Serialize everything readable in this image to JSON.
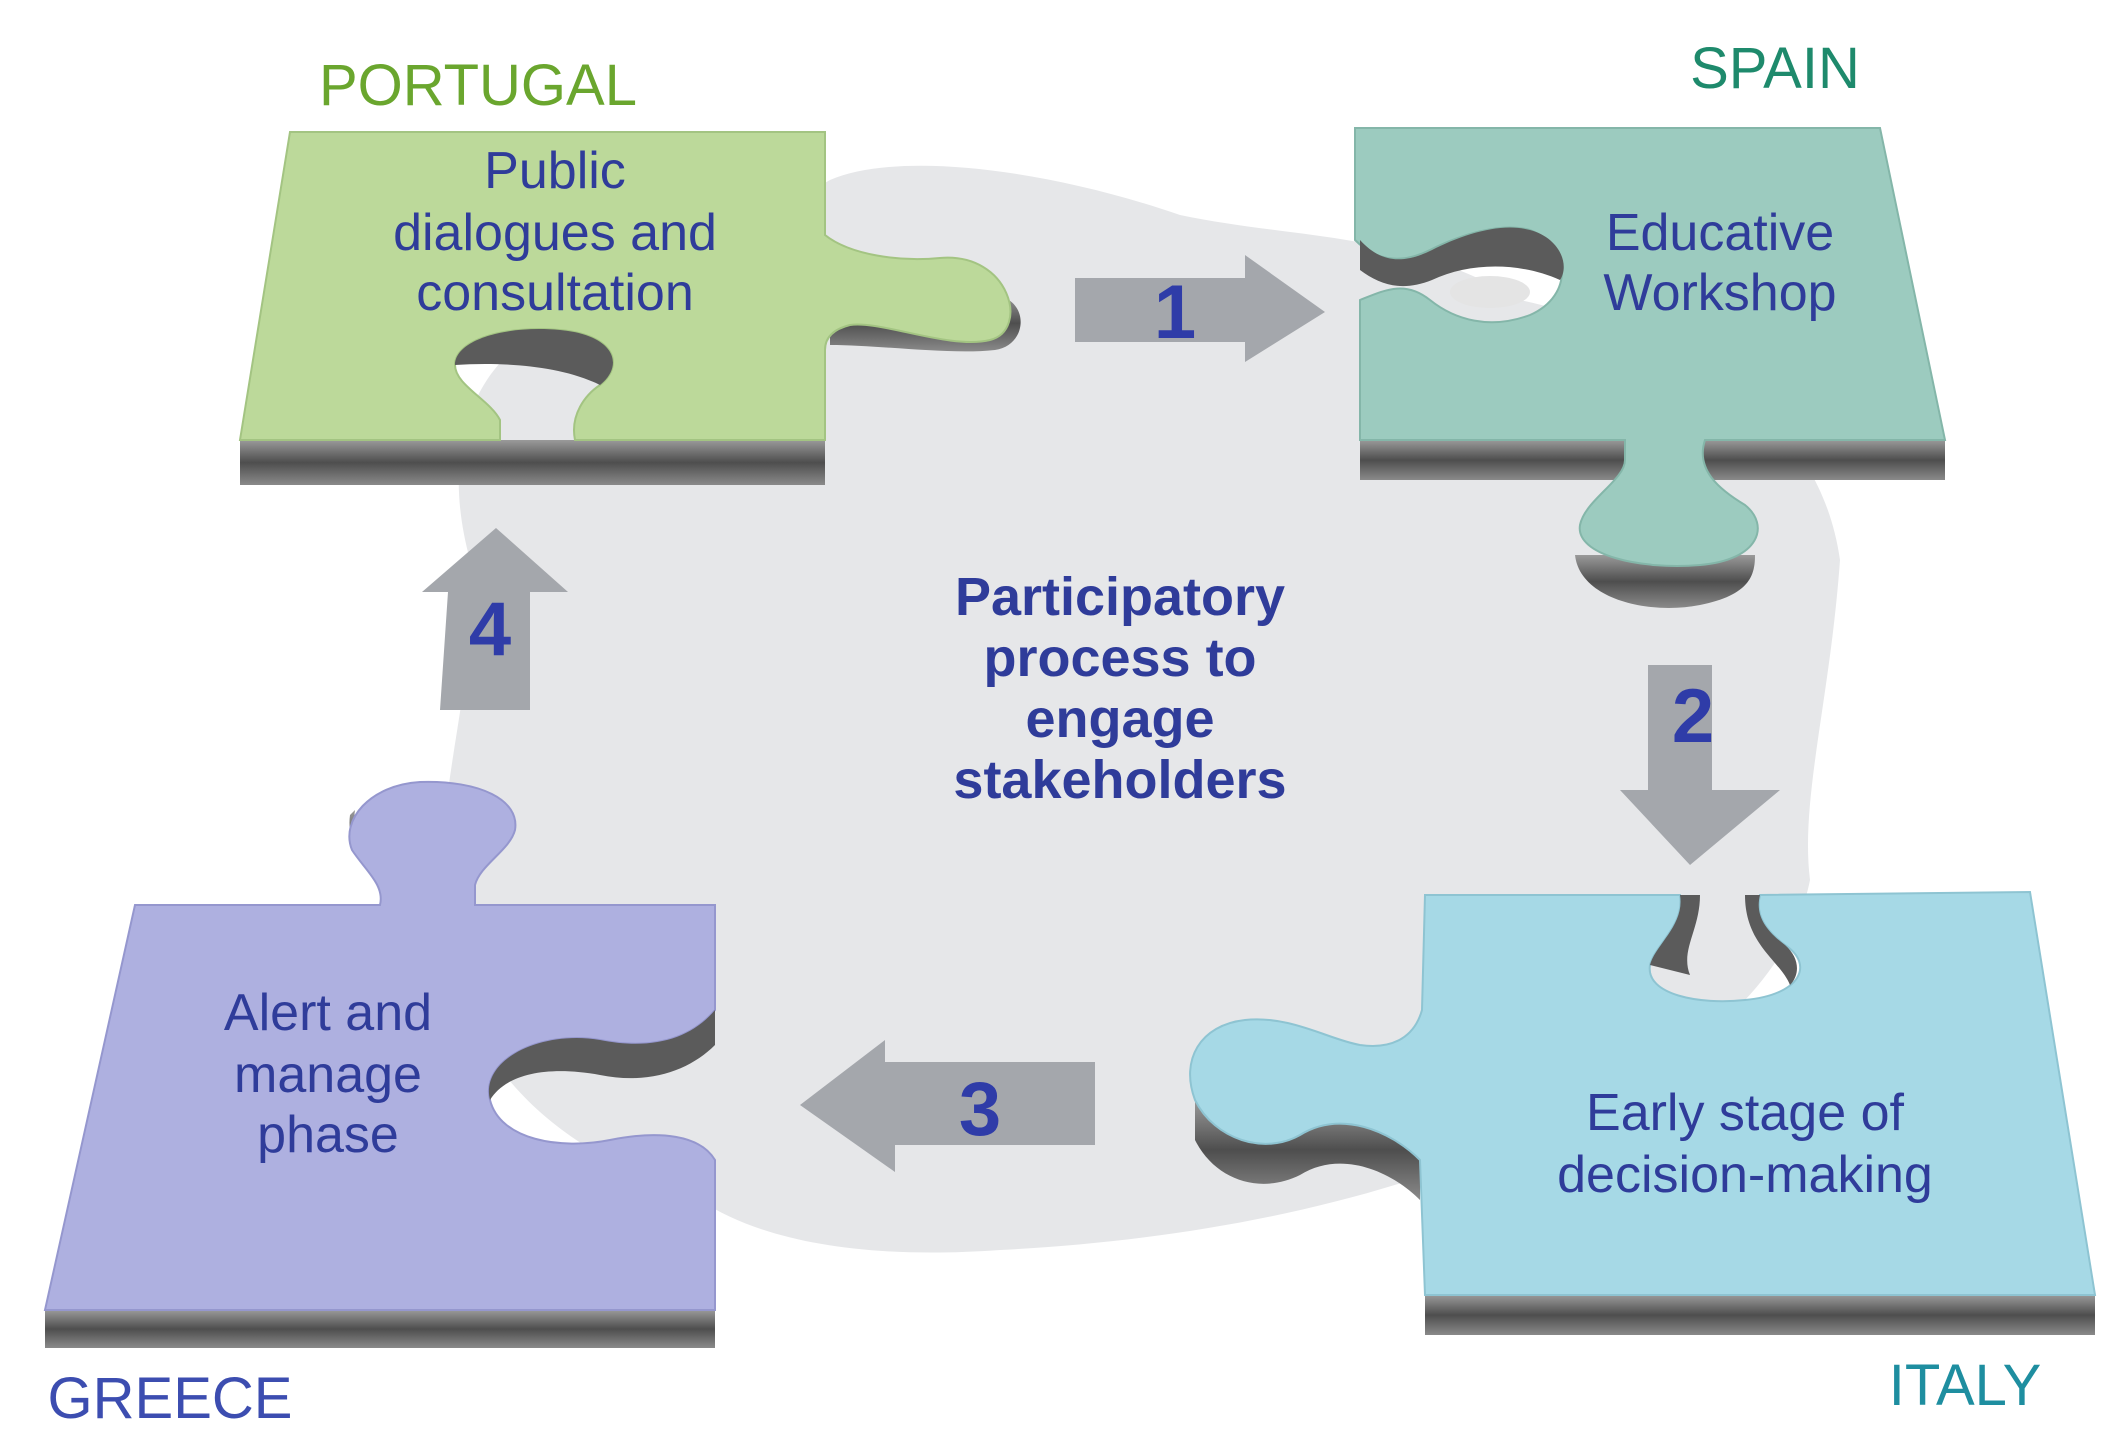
{
  "title": "Participatory process to engage stakeholders",
  "center_lines": [
    "Participatory",
    "process to",
    "engage",
    "stakeholders"
  ],
  "pieces": [
    {
      "country": "PORTUGAL",
      "lines": [
        "Public",
        "dialogues and",
        "consultation"
      ],
      "color": "#bcd99a",
      "country_color": "#6aa62e"
    },
    {
      "country": "SPAIN",
      "lines": [
        "Educative",
        "Workshop"
      ],
      "color": "#9ccbbf",
      "country_color": "#1e8a6c"
    },
    {
      "country": "ITALY",
      "lines": [
        "Early stage of",
        "decision-making"
      ],
      "color": "#a6d9e6",
      "country_color": "#1e8ea0"
    },
    {
      "country": "GREECE",
      "lines": [
        "Alert and",
        "manage",
        "phase"
      ],
      "color": "#aeb0e0",
      "country_color": "#3c4db0"
    }
  ],
  "steps": [
    {
      "number": "1",
      "direction": "right"
    },
    {
      "number": "2",
      "direction": "down"
    },
    {
      "number": "3",
      "direction": "left"
    },
    {
      "number": "4",
      "direction": "up"
    }
  ],
  "colors": {
    "arrow": "#a4a7ac",
    "cloud": "#e6e7e9",
    "piece_side": "#6c6c6c",
    "text": "#2f3c9a"
  }
}
